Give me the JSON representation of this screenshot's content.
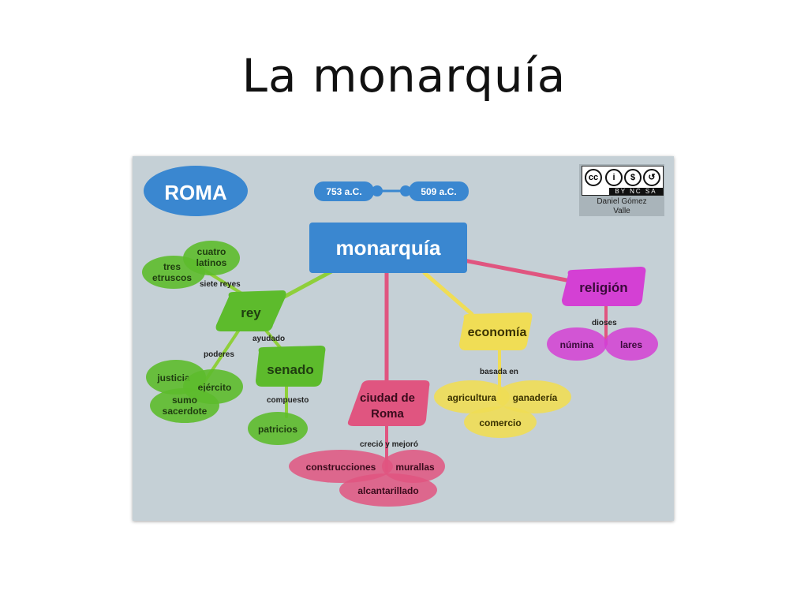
{
  "slide": {
    "title": "La monarquía"
  },
  "badge": {
    "license_mark": "cc",
    "license_band": "BY  NC  SA",
    "author_line1": "Daniel Gómez",
    "author_line2": "Valle"
  },
  "timeline": {
    "start": "753 a.C.",
    "end": "509 a.C."
  },
  "nodes": {
    "roma": "ROMA",
    "monarquia": "monarquía",
    "cuatro_l1": "cuatro",
    "cuatro_l2": "latinos",
    "tres_l1": "tres",
    "tres_l2": "etruscos",
    "rey": "rey",
    "senado": "senado",
    "justicia": "justicia",
    "ejercito": "ejército",
    "sumo_l1": "sumo",
    "sumo_l2": "sacerdote",
    "patricios": "patricios",
    "ciudad_l1": "ciudad de",
    "ciudad_l2": "Roma",
    "construcciones": "construcciones",
    "murallas": "murallas",
    "alcantarillado": "alcantarillado",
    "economia": "economía",
    "agricultura": "agricultura",
    "ganaderia": "ganadería",
    "comercio": "comercio",
    "religion": "religión",
    "numina": "númina",
    "lares": "lares"
  },
  "links": {
    "siete_reyes": "siete reyes",
    "ayudado": "ayudado",
    "poderes": "poderes",
    "compuesto": "compuesto",
    "crecio": "creció y mejoró",
    "basada_en": "basada en",
    "dioses": "dioses"
  },
  "colors": {
    "blue": "#3a87d0",
    "green": "#5dbb2c",
    "pink": "#e05580",
    "yellow": "#f0dd55",
    "magenta": "#d440d4",
    "map_background": "#c5d0d6"
  }
}
